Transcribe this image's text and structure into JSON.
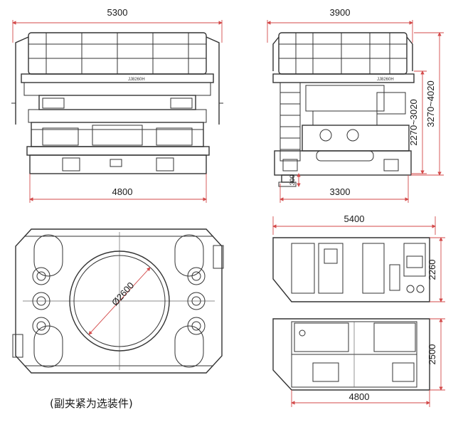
{
  "views": {
    "front": {
      "width_top": "5300",
      "width_bottom": "4800"
    },
    "side": {
      "width_top": "3900",
      "width_bottom": "3300",
      "height_inner": "2270~3020",
      "height_outer": "3270~4020",
      "ground_clearance": "300"
    },
    "plan": {
      "diameter": "Ø2600"
    },
    "cab_side": {
      "width": "5400",
      "height": "2260"
    },
    "cab_top": {
      "width": "4800",
      "height": "2500"
    }
  },
  "note": "(副夹紧为选装件)",
  "colors": {
    "line": "#333333",
    "dimension": "#d34a4a"
  }
}
